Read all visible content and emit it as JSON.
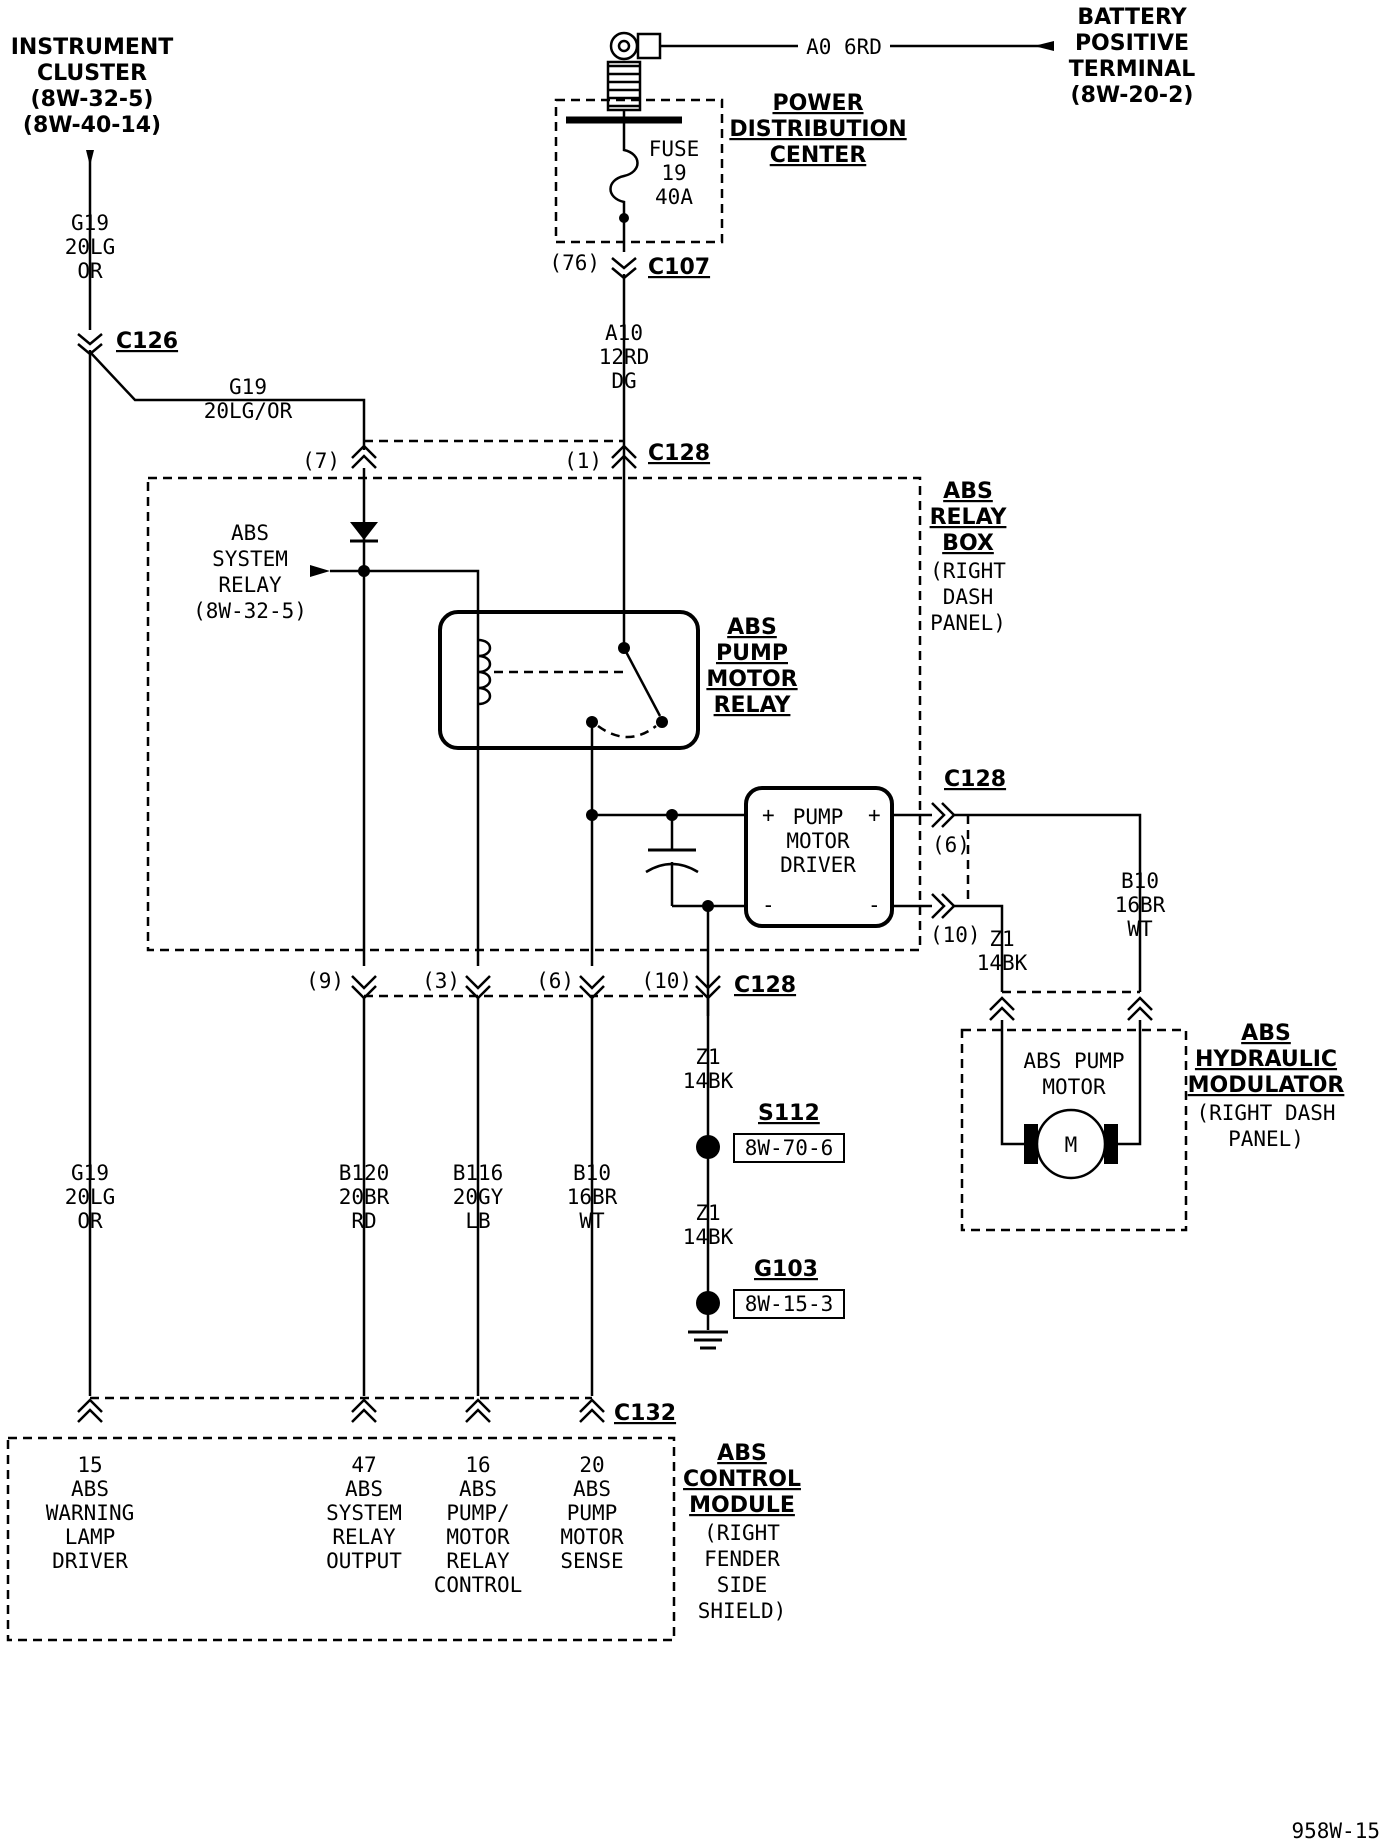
{
  "instrument_cluster": {
    "title": [
      "INSTRUMENT",
      "CLUSTER"
    ],
    "refs": [
      "(8W-32-5)",
      "(8W-40-14)"
    ]
  },
  "battery": {
    "title": [
      "BATTERY",
      "POSITIVE",
      "TERMINAL"
    ],
    "ref": "(8W-20-2)"
  },
  "battery_wire": "A0 6RD",
  "pdc": {
    "title": [
      "POWER",
      "DISTRIBUTION",
      "CENTER"
    ],
    "fuse": [
      "FUSE",
      "19",
      "40A"
    ]
  },
  "c107": {
    "name": "C107",
    "pin": "(76)"
  },
  "wire_a10": [
    "A10",
    "12RD",
    "DG"
  ],
  "wire_g19_top": [
    "G19",
    "20LG",
    "OR"
  ],
  "c126": "C126",
  "wire_g19_branch": [
    "G19",
    "20LG/OR"
  ],
  "c128": {
    "name": "C128",
    "pin7": "(7)",
    "pin1": "(1)",
    "pin9": "(9)",
    "pin3": "(3)",
    "pin6_bottom": "(6)",
    "pin10_bottom": "(10)",
    "pin6_right": "(6)",
    "pin10_right": "(10)"
  },
  "abs_relay_box": {
    "title": [
      "ABS",
      "RELAY",
      "BOX"
    ],
    "location": [
      "(RIGHT",
      "DASH",
      "PANEL)"
    ]
  },
  "abs_system_relay": [
    "ABS",
    "SYSTEM",
    "RELAY",
    "(8W-32-5)"
  ],
  "abs_pump_motor_relay": [
    "ABS",
    "PUMP",
    "MOTOR",
    "RELAY"
  ],
  "pump_motor_driver": [
    "PUMP",
    "MOTOR",
    "DRIVER"
  ],
  "wire_b10_right": [
    "B10",
    "16BR",
    "WT"
  ],
  "wire_z1_right": [
    "Z1",
    "14BK"
  ],
  "wire_z1_a": [
    "Z1",
    "14BK"
  ],
  "s112": {
    "name": "S112",
    "ref": "8W-70-6"
  },
  "wire_z1_b": [
    "Z1",
    "14BK"
  ],
  "g103": {
    "name": "G103",
    "ref": "8W-15-3"
  },
  "abs_pump_motor": {
    "label": [
      "ABS PUMP",
      "MOTOR"
    ],
    "symbol": "M"
  },
  "abs_hydraulic_modulator": {
    "title": [
      "ABS",
      "HYDRAULIC",
      "MODULATOR"
    ],
    "location": [
      "(RIGHT DASH",
      "PANEL)"
    ]
  },
  "wire_g19_bottom": [
    "G19",
    "20LG",
    "OR"
  ],
  "wire_b120": [
    "B120",
    "20BR",
    "RD"
  ],
  "wire_b116": [
    "B116",
    "20GY",
    "LB"
  ],
  "wire_b10_bottom": [
    "B10",
    "16BR",
    "WT"
  ],
  "c132": "C132",
  "abs_control_module": {
    "title": [
      "ABS",
      "CONTROL",
      "MODULE"
    ],
    "location": [
      "(RIGHT",
      "FENDER",
      "SIDE",
      "SHIELD)"
    ]
  },
  "pin15": [
    "15",
    "ABS",
    "WARNING",
    "LAMP",
    "DRIVER"
  ],
  "pin47": [
    "47",
    "ABS",
    "SYSTEM",
    "RELAY",
    "OUTPUT"
  ],
  "pin16": [
    "16",
    "ABS",
    "PUMP/",
    "MOTOR",
    "RELAY",
    "CONTROL"
  ],
  "pin20": [
    "20",
    "ABS",
    "PUMP",
    "MOTOR",
    "SENSE"
  ],
  "page_ref": "958W-15"
}
